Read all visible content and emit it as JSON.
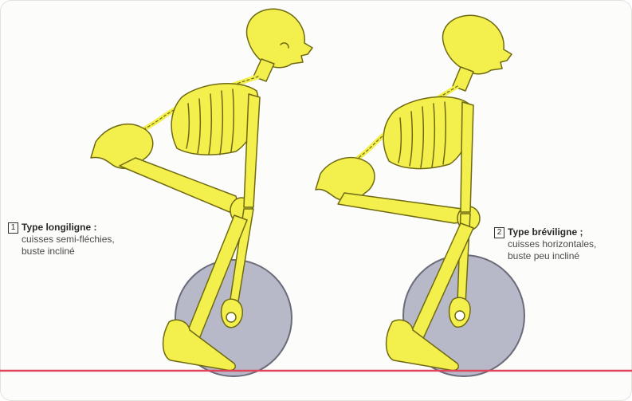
{
  "captions": [
    {
      "number": "1",
      "title": "Type longiligne :",
      "lines": [
        "cuisses semi-fléchies,",
        "buste incliné"
      ]
    },
    {
      "number": "2",
      "title": "Type bréviligne ;",
      "lines": [
        "cuisses horizontales,",
        "buste peu incliné"
      ]
    }
  ],
  "colors": {
    "bone": "#f3ef4c",
    "bone_outline": "#6f6a12",
    "disc": "#b7b8c8",
    "disc_outline": "#6b6c7a",
    "floor": "#e0435a"
  }
}
